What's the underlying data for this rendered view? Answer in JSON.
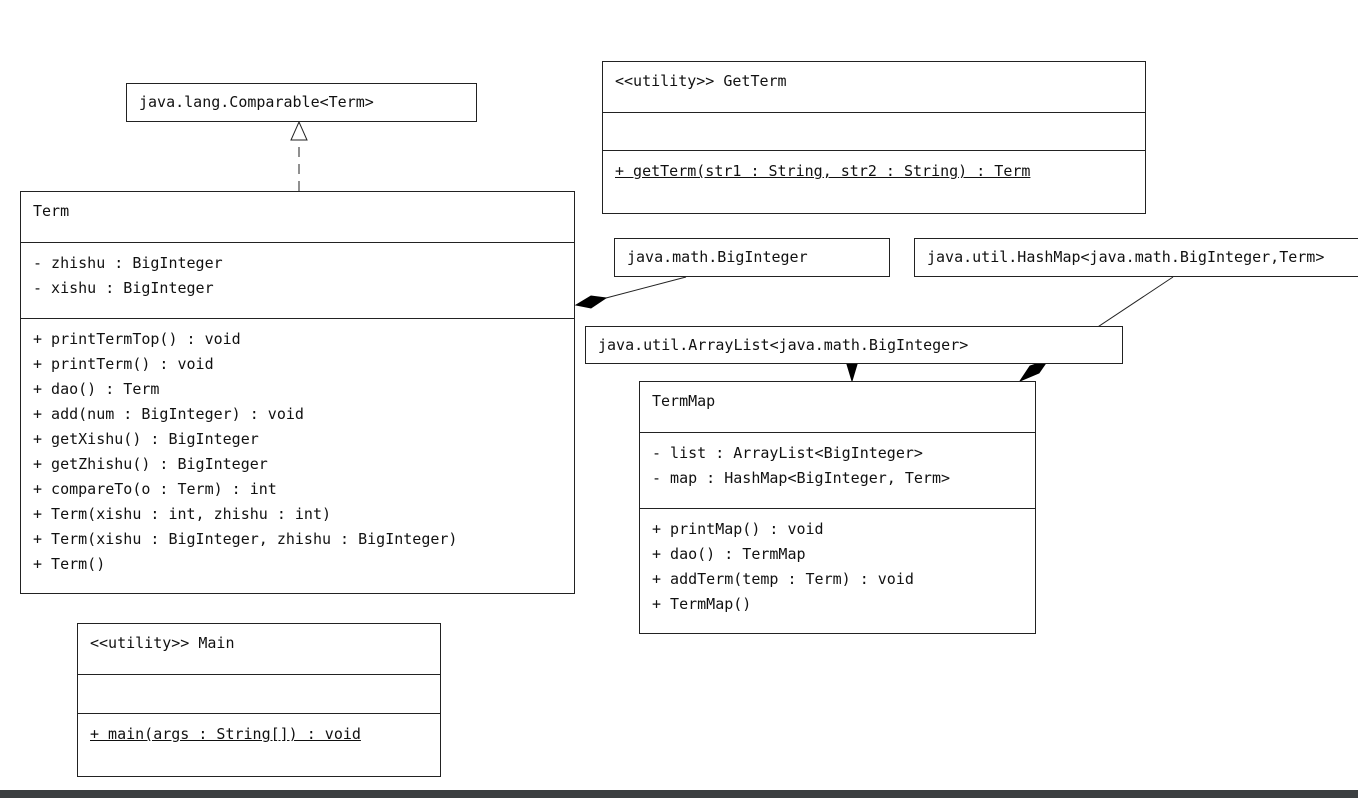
{
  "colors": {
    "border": "#222222",
    "background": "#ffffff",
    "statusbar": "#3c3f41"
  },
  "comparable": {
    "name": "java.lang.Comparable<Term>"
  },
  "getTerm": {
    "name": "<<utility>> GetTerm",
    "methods": [
      "+ getTerm(str1 : String, str2 : String) : Term"
    ]
  },
  "term": {
    "name": "Term",
    "fields": [
      "- zhishu : BigInteger",
      "- xishu : BigInteger"
    ],
    "methods": [
      "+ printTermTop() : void",
      "+ printTerm() : void",
      "+ dao() : Term",
      "+ add(num : BigInteger) : void",
      "+ getXishu() : BigInteger",
      "+ getZhishu() : BigInteger",
      "+ compareTo(o : Term) : int",
      "+ Term(xishu : int, zhishu : int)",
      "+ Term(xishu : BigInteger, zhishu : BigInteger)",
      "+ Term()"
    ]
  },
  "bigInteger": {
    "name": "java.math.BigInteger"
  },
  "hashMap": {
    "name": "java.util.HashMap<java.math.BigInteger,Term>"
  },
  "arrayList": {
    "name": "java.util.ArrayList<java.math.BigInteger>"
  },
  "termMap": {
    "name": "TermMap",
    "fields": [
      "- list : ArrayList<BigInteger>",
      "- map : HashMap<BigInteger, Term>"
    ],
    "methods": [
      "+ printMap() : void",
      "+ dao() : TermMap",
      "+ addTerm(temp : Term) : void",
      "+ TermMap()"
    ]
  },
  "main": {
    "name": "<<utility>> Main",
    "methods": [
      "+ main(args : String[]) : void"
    ]
  }
}
